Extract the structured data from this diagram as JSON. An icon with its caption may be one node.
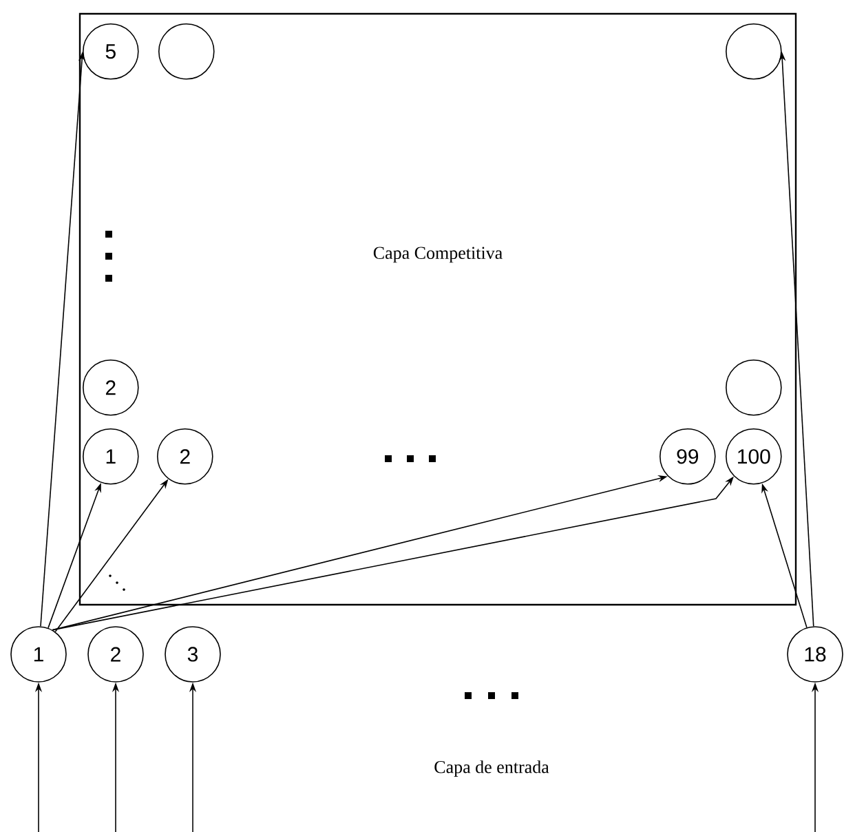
{
  "diagram": {
    "nodes": [
      {
        "text": [
          "Capa Competitiva"
        ]
      },
      {
        "text": [
          "5"
        ],
        "in": 0
      },
      {
        "text": [],
        "shape": "circle",
        "in": 0
      },
      {
        "text": [],
        "shape": "circle",
        "in": 0
      },
      {
        "text": [
          "2"
        ],
        "in": 0
      },
      {
        "text": [],
        "shape": "circle",
        "in": 0
      },
      {
        "text": [
          "1"
        ],
        "in": 0
      },
      {
        "text": [
          "2"
        ],
        "in": 0
      },
      {
        "text": [
          "99"
        ],
        "in": 0
      },
      {
        "text": [
          "100"
        ],
        "in": 0
      },
      {
        "text": [
          "1"
        ]
      },
      {
        "text": [
          "2"
        ]
      },
      {
        "text": [
          "3"
        ]
      },
      {
        "text": [
          "18"
        ]
      }
    ],
    "edges": [
      {
        "from": 10,
        "to": 1,
        "arrow": "to"
      },
      {
        "from": 10,
        "to": 6,
        "arrow": "to"
      },
      {
        "from": 10,
        "to": 7,
        "arrow": "to"
      },
      {
        "from": 10,
        "to": 8,
        "arrow": "to"
      },
      {
        "from": 10,
        "to": 9,
        "arrow": "to"
      },
      {
        "from": 13,
        "to": 9,
        "arrow": "to"
      },
      {
        "from": 13,
        "to": 3,
        "arrow": "to"
      },
      {
        "from": null,
        "to": 10,
        "arrow": "to"
      },
      {
        "from": null,
        "to": 11,
        "arrow": "to"
      },
      {
        "from": null,
        "to": 12,
        "arrow": "to"
      },
      {
        "from": null,
        "to": 13,
        "arrow": "to"
      }
    ],
    "labels": [
      "Capa de entrada"
    ]
  }
}
